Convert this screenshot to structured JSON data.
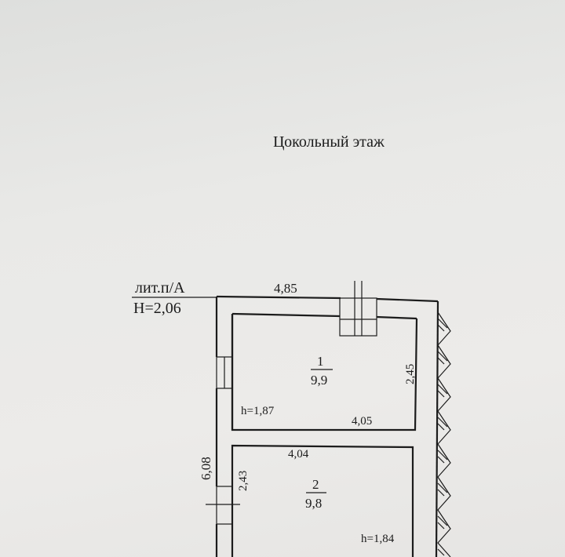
{
  "plan": {
    "title": "Цокольный этаж",
    "building_letter": "лит.п/А",
    "height": "H=2,06",
    "overall_width": "4,85",
    "overall_length": "6,08",
    "rooms": [
      {
        "number": "1",
        "area": "9,9",
        "width": "4,05",
        "depth": "2,45",
        "ceiling": "h=1,87"
      },
      {
        "number": "2",
        "area": "9,8",
        "width": "4,04",
        "depth": "2,43",
        "ceiling": "h=1,84"
      }
    ]
  }
}
